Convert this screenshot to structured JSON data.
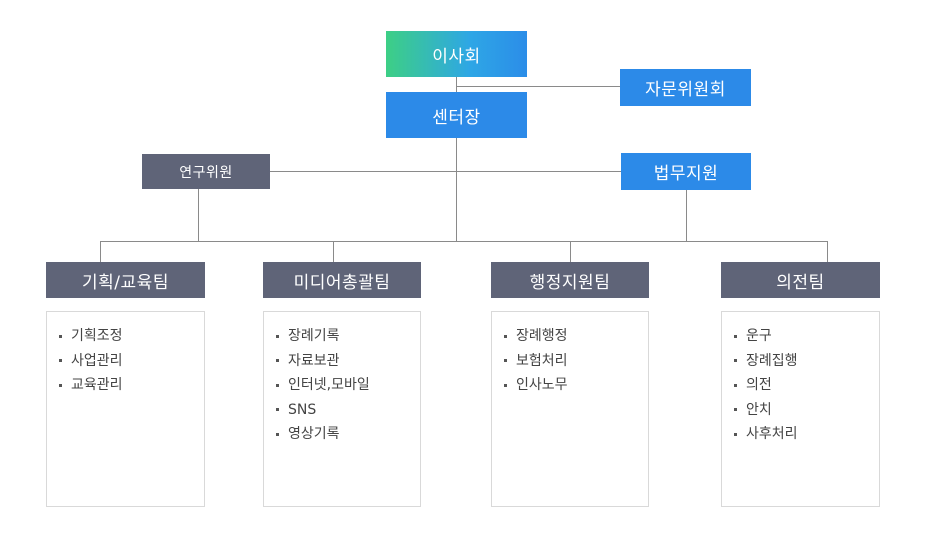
{
  "board": "이사회",
  "advisory_committee": "자문위원회",
  "director": "센터장",
  "research_committee": "연구위원",
  "legal_support": "법무지원",
  "teams": [
    {
      "name": "기획/교육팀",
      "duties": [
        "기획조정",
        "사업관리",
        "교육관리"
      ]
    },
    {
      "name": "미디어총괄팀",
      "duties": [
        "장례기록",
        "자료보관",
        "인터넷,모바일",
        "SNS",
        "영상기록"
      ]
    },
    {
      "name": "행정지원팀",
      "duties": [
        "장례행정",
        "보험처리",
        "인사노무"
      ]
    },
    {
      "name": "의전팀",
      "duties": [
        "운구",
        "장례집행",
        "의전",
        "안치",
        "사후처리"
      ]
    }
  ],
  "colors": {
    "blue": "#2c8ae8",
    "slate": "#5f6478",
    "green_start": "#3dcf85",
    "line": "#8a8a8a"
  }
}
